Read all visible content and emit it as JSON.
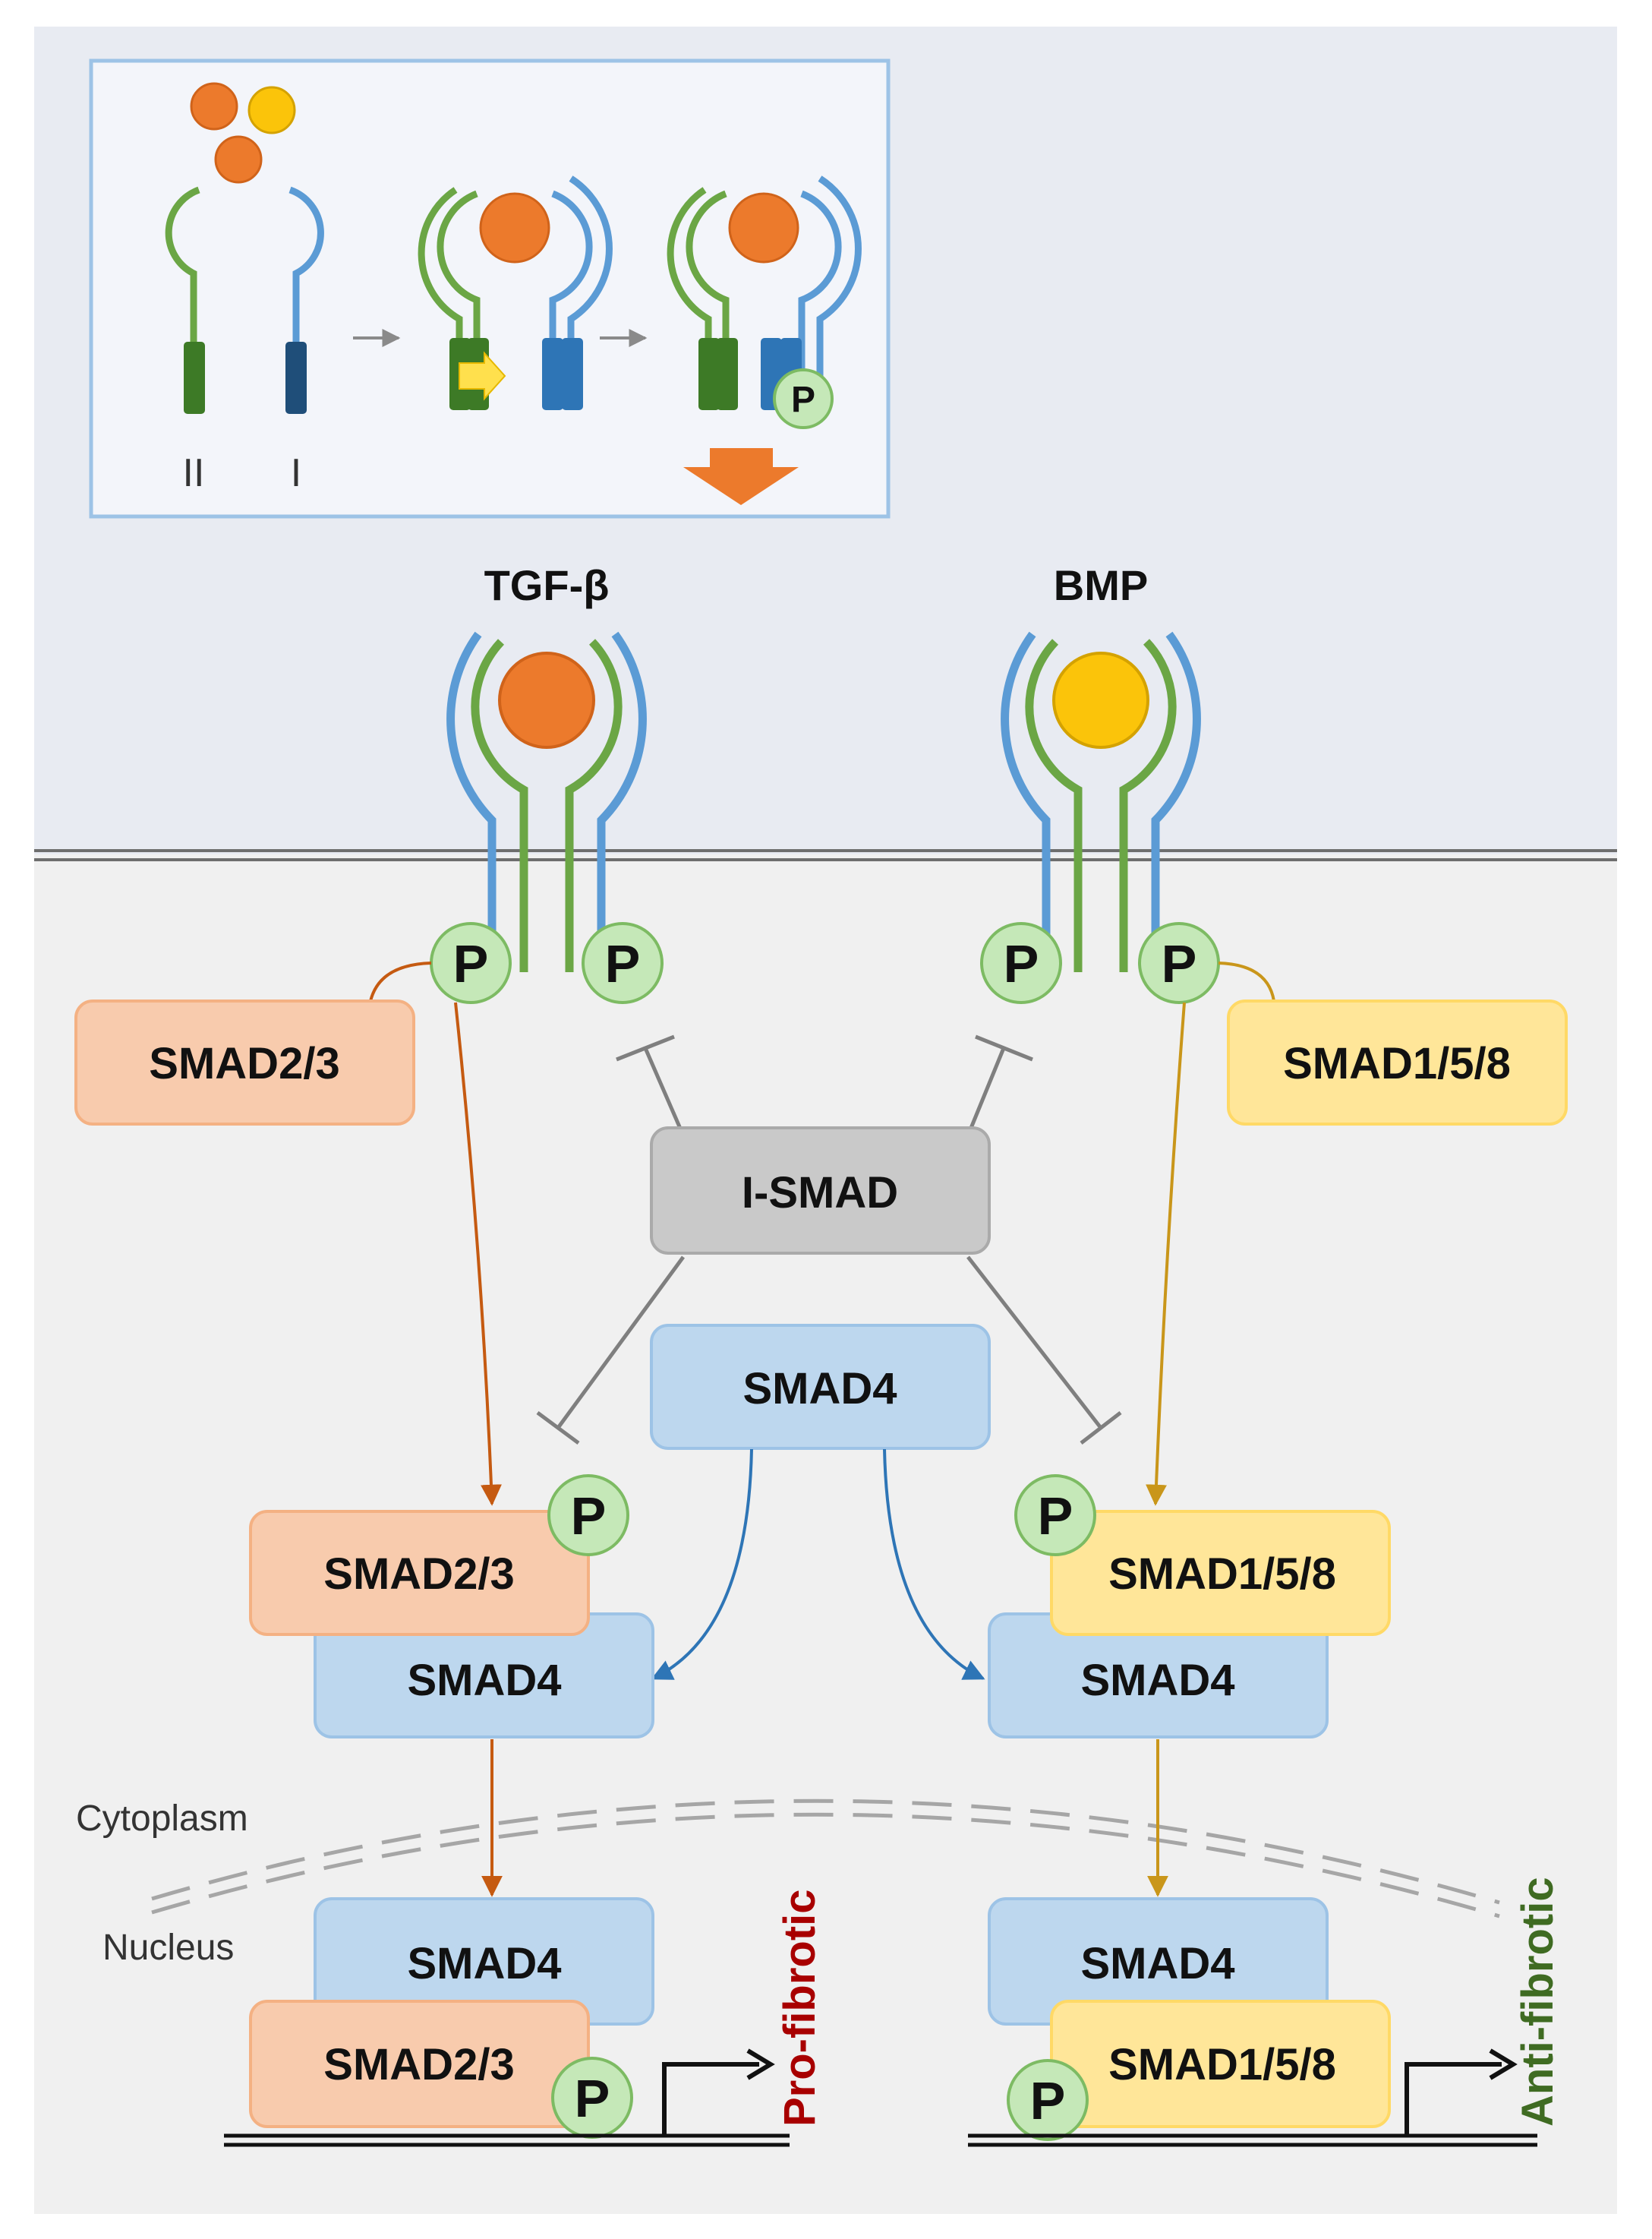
{
  "inset": {
    "receptor_label_type2": "II",
    "receptor_label_type1": "I",
    "phospho_label": "P"
  },
  "ligands": {
    "tgf_label": "TGF-β",
    "bmp_label": "BMP"
  },
  "phospho_label": "P",
  "boxes": {
    "smad23_top": "SMAD2/3",
    "smad158_top": "SMAD1/5/8",
    "ismad": "I-SMAD",
    "smad4_center": "SMAD4",
    "smad23_cyto": "SMAD2/3",
    "smad4_cyto_left": "SMAD4",
    "smad158_cyto": "SMAD1/5/8",
    "smad4_cyto_right": "SMAD4",
    "smad4_nuc_left": "SMAD4",
    "smad23_nuc": "SMAD2/3",
    "smad4_nuc_right": "SMAD4",
    "smad158_nuc": "SMAD1/5/8"
  },
  "compartments": {
    "cytoplasm": "Cytoplasm",
    "nucleus": "Nucleus"
  },
  "outcomes": {
    "pro": "Pro-fibrotic",
    "anti": "Anti-fibrotic"
  },
  "colors": {
    "tgf_ligand": "#ec7a2c",
    "bmp_ligand": "#fbc40a",
    "receptor_type2": "#6ba645",
    "receptor_type1": "#5b9bd5",
    "smad23_fill": "#f8cbad",
    "smad158_fill": "#ffe699",
    "smad4_fill": "#bdd7ee",
    "ismad_fill": "#c9c9c9",
    "phospho_fill": "#c5e8b8",
    "pro_text": "#a80000",
    "anti_text": "#3f6b22"
  }
}
